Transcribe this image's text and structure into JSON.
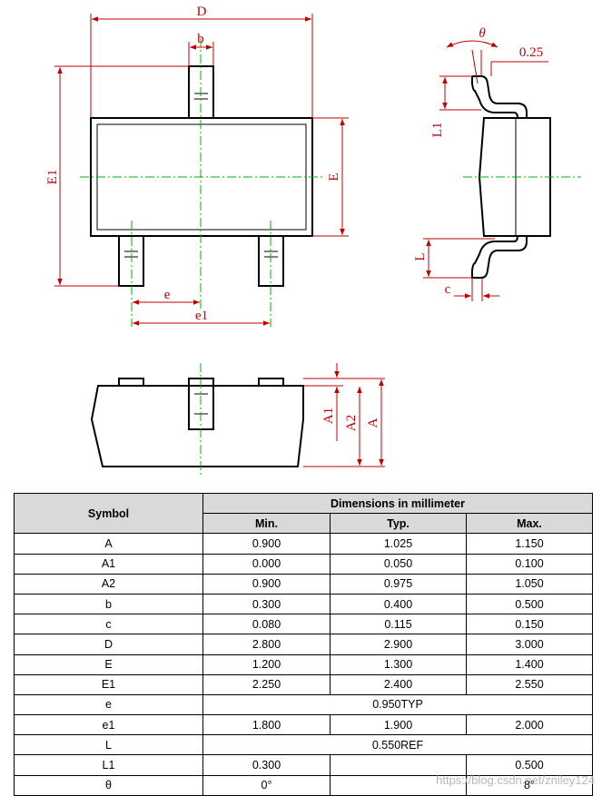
{
  "drawing_labels": {
    "D": "D",
    "b": "b",
    "E1": "E1",
    "E": "E",
    "e": "e",
    "e1": "e1",
    "theta": "θ",
    "gauge": "0.25",
    "L1": "L1",
    "L": "L",
    "c": "c",
    "A1": "A1",
    "A2": "A2",
    "A": "A"
  },
  "table": {
    "symbol_header": "Symbol",
    "group_header": "Dimensions in millimeter",
    "col_min": "Min.",
    "col_typ": "Typ.",
    "col_max": "Max.",
    "rows": [
      {
        "symbol": "A",
        "min": "0.900",
        "typ": "1.025",
        "max": "1.150"
      },
      {
        "symbol": "A1",
        "min": "0.000",
        "typ": "0.050",
        "max": "0.100"
      },
      {
        "symbol": "A2",
        "min": "0.900",
        "typ": "0.975",
        "max": "1.050"
      },
      {
        "symbol": "b",
        "min": "0.300",
        "typ": "0.400",
        "max": "0.500"
      },
      {
        "symbol": "c",
        "min": "0.080",
        "typ": "0.115",
        "max": "0.150"
      },
      {
        "symbol": "D",
        "min": "2.800",
        "typ": "2.900",
        "max": "3.000"
      },
      {
        "symbol": "E",
        "min": "1.200",
        "typ": "1.300",
        "max": "1.400"
      },
      {
        "symbol": "E1",
        "min": "2.250",
        "typ": "2.400",
        "max": "2.550"
      },
      {
        "symbol": "e",
        "span": "0.950TYP"
      },
      {
        "symbol": "e1",
        "min": "1.800",
        "typ": "1.900",
        "max": "2.000"
      },
      {
        "symbol": "L",
        "span": "0.550REF"
      },
      {
        "symbol": "L1",
        "min": "0.300",
        "typ": "",
        "max": "0.500"
      },
      {
        "symbol": "θ",
        "min": "0°",
        "typ": "",
        "max": "8°"
      }
    ]
  },
  "watermark": "https://blog.csdn.net/zniley124"
}
